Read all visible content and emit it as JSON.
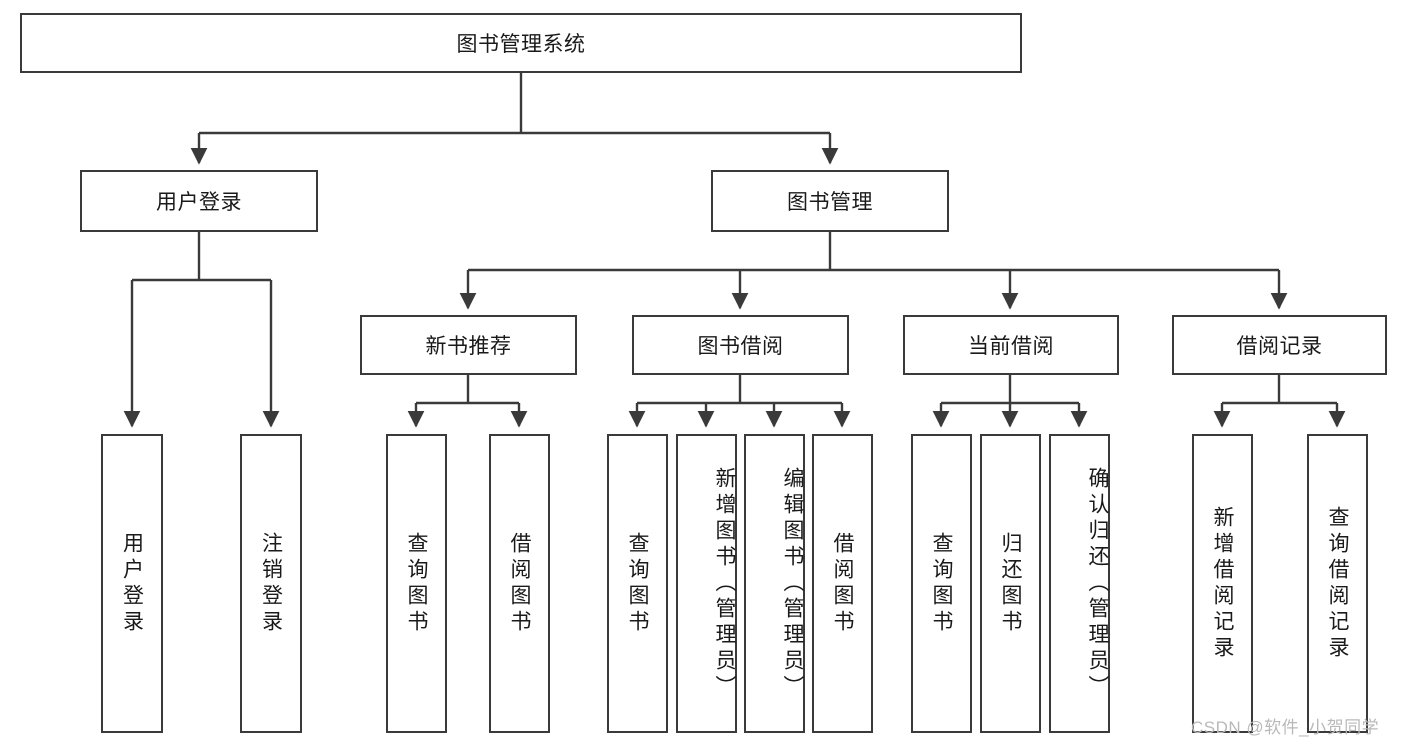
{
  "diagram": {
    "type": "tree-hierarchy",
    "title": "图书管理系统",
    "root": {
      "label": "图书管理系统"
    },
    "level2": [
      {
        "id": "user-login",
        "label": "用户登录"
      },
      {
        "id": "book-manage",
        "label": "图书管理"
      }
    ],
    "level3": [
      {
        "id": "new-book-recommend",
        "label": "新书推荐",
        "parent": "book-manage"
      },
      {
        "id": "book-borrow",
        "label": "图书借阅",
        "parent": "book-manage"
      },
      {
        "id": "current-borrow",
        "label": "当前借阅",
        "parent": "book-manage"
      },
      {
        "id": "borrow-record",
        "label": "借阅记录",
        "parent": "book-manage"
      }
    ],
    "leaves": {
      "user_login": [
        {
          "id": "leaf-user-login",
          "label": "用户登录"
        },
        {
          "id": "leaf-user-logout",
          "label": "注销登录"
        }
      ],
      "new_book_recommend": [
        {
          "id": "leaf-query-book-1",
          "label": "查询图书"
        },
        {
          "id": "leaf-borrow-book-1",
          "label": "借阅图书"
        }
      ],
      "book_borrow": [
        {
          "id": "leaf-query-book-2",
          "label": "查询图书"
        },
        {
          "id": "leaf-add-book",
          "label": "新增图书（管理员）"
        },
        {
          "id": "leaf-edit-book",
          "label": "编辑图书（管理员）"
        },
        {
          "id": "leaf-borrow-book-2",
          "label": "借阅图书"
        }
      ],
      "current_borrow": [
        {
          "id": "leaf-query-book-3",
          "label": "查询图书"
        },
        {
          "id": "leaf-return-book",
          "label": "归还图书"
        },
        {
          "id": "leaf-confirm-return",
          "label": "确认归还（管理员）"
        }
      ],
      "borrow_record": [
        {
          "id": "leaf-add-record",
          "label": "新增借阅记录"
        },
        {
          "id": "leaf-query-record",
          "label": "查询借阅记录"
        }
      ]
    }
  },
  "watermark": {
    "text": "CSDN @软件_小贺同学"
  },
  "colors": {
    "border": "#3a3a3a",
    "background": "#ffffff",
    "text": "#1a1a1a",
    "watermark": "#b9b9b9"
  }
}
